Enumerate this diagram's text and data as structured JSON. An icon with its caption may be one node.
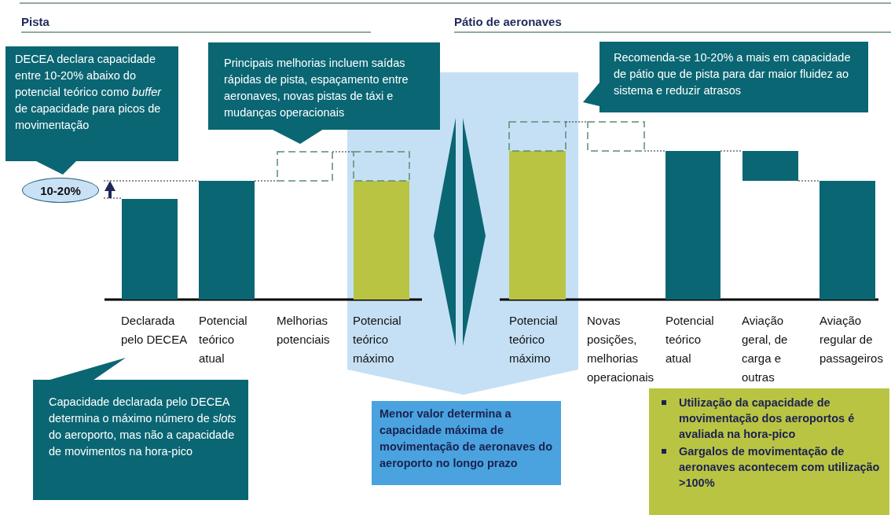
{
  "diagram": {
    "nodes": [
      {
        "text": [
          "DECEA declara capacidade entre 10-20% abaixo do potencial teórico como *buffer* de capacidade para picos de movimentação"
        ]
      },
      {
        "text": [
          "10-20%"
        ]
      },
      {
        "text": [
          "Principais melhorias incluem saídas rápidas de pista, espaçamento entre aeronaves, novas pistas de táxi e mudanças operacionais"
        ]
      },
      {
        "text": [
          "Recomenda-se 10-20% a mais em capacidade de pátio que de pista para dar maior fluidez ao sistema e reduzir atrasos"
        ]
      },
      {
        "text": [
          "Capacidade declarada pelo DECEA determina o máximo número de *slots* do aeroporto, mas não a capacidade de movimentos na hora-pico"
        ]
      },
      {
        "text": [
          "Menor valor determina a capacidade máxima de movimentação de aeronaves do aeroporto no longo prazo"
        ]
      },
      {
        "text": [
          "Utilização da capacidade de movimentação dos aeroportos é avaliada na hora-pico",
          "Gargalos de movimentação de aeronaves acontecem com utilização >100%"
        ]
      }
    ],
    "labels": [
      "Pista",
      "Pátio de aeronaves",
      "Declarada pelo DECEA",
      "Potencial teórico atual",
      "Melhorias potenciais",
      "Potencial teórico máximo",
      "Potencial teórico máximo",
      "Novas posições, melhorias operacionais",
      "Potencial teórico atual",
      "Aviação geral, de carga e outras",
      "Aviação regular de passageiros"
    ]
  }
}
